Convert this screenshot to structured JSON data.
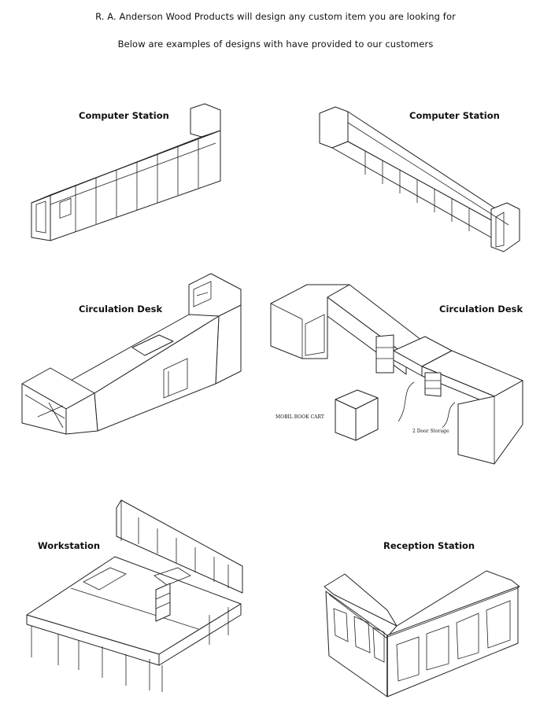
{
  "header": {
    "line1": "R. A. Anderson Wood Products will design any custom item you are looking for",
    "line2": "Below are examples of designs with have provided to our customers"
  },
  "items": [
    {
      "caption": "Computer Station",
      "icon": "computer-station-drawing-icon"
    },
    {
      "caption": "Computer Station",
      "icon": "computer-station-drawing-icon"
    },
    {
      "caption": "Circulation Desk",
      "icon": "circulation-desk-drawing-icon"
    },
    {
      "caption": "Circulation Desk",
      "icon": "circulation-desk-drawing-icon"
    },
    {
      "caption": "Workstation",
      "icon": "workstation-drawing-icon"
    },
    {
      "caption": "Reception Station",
      "icon": "reception-station-drawing-icon"
    }
  ],
  "notes": {
    "cart": "MOBIL BOOK CART",
    "storage": "2 Door Storage"
  }
}
